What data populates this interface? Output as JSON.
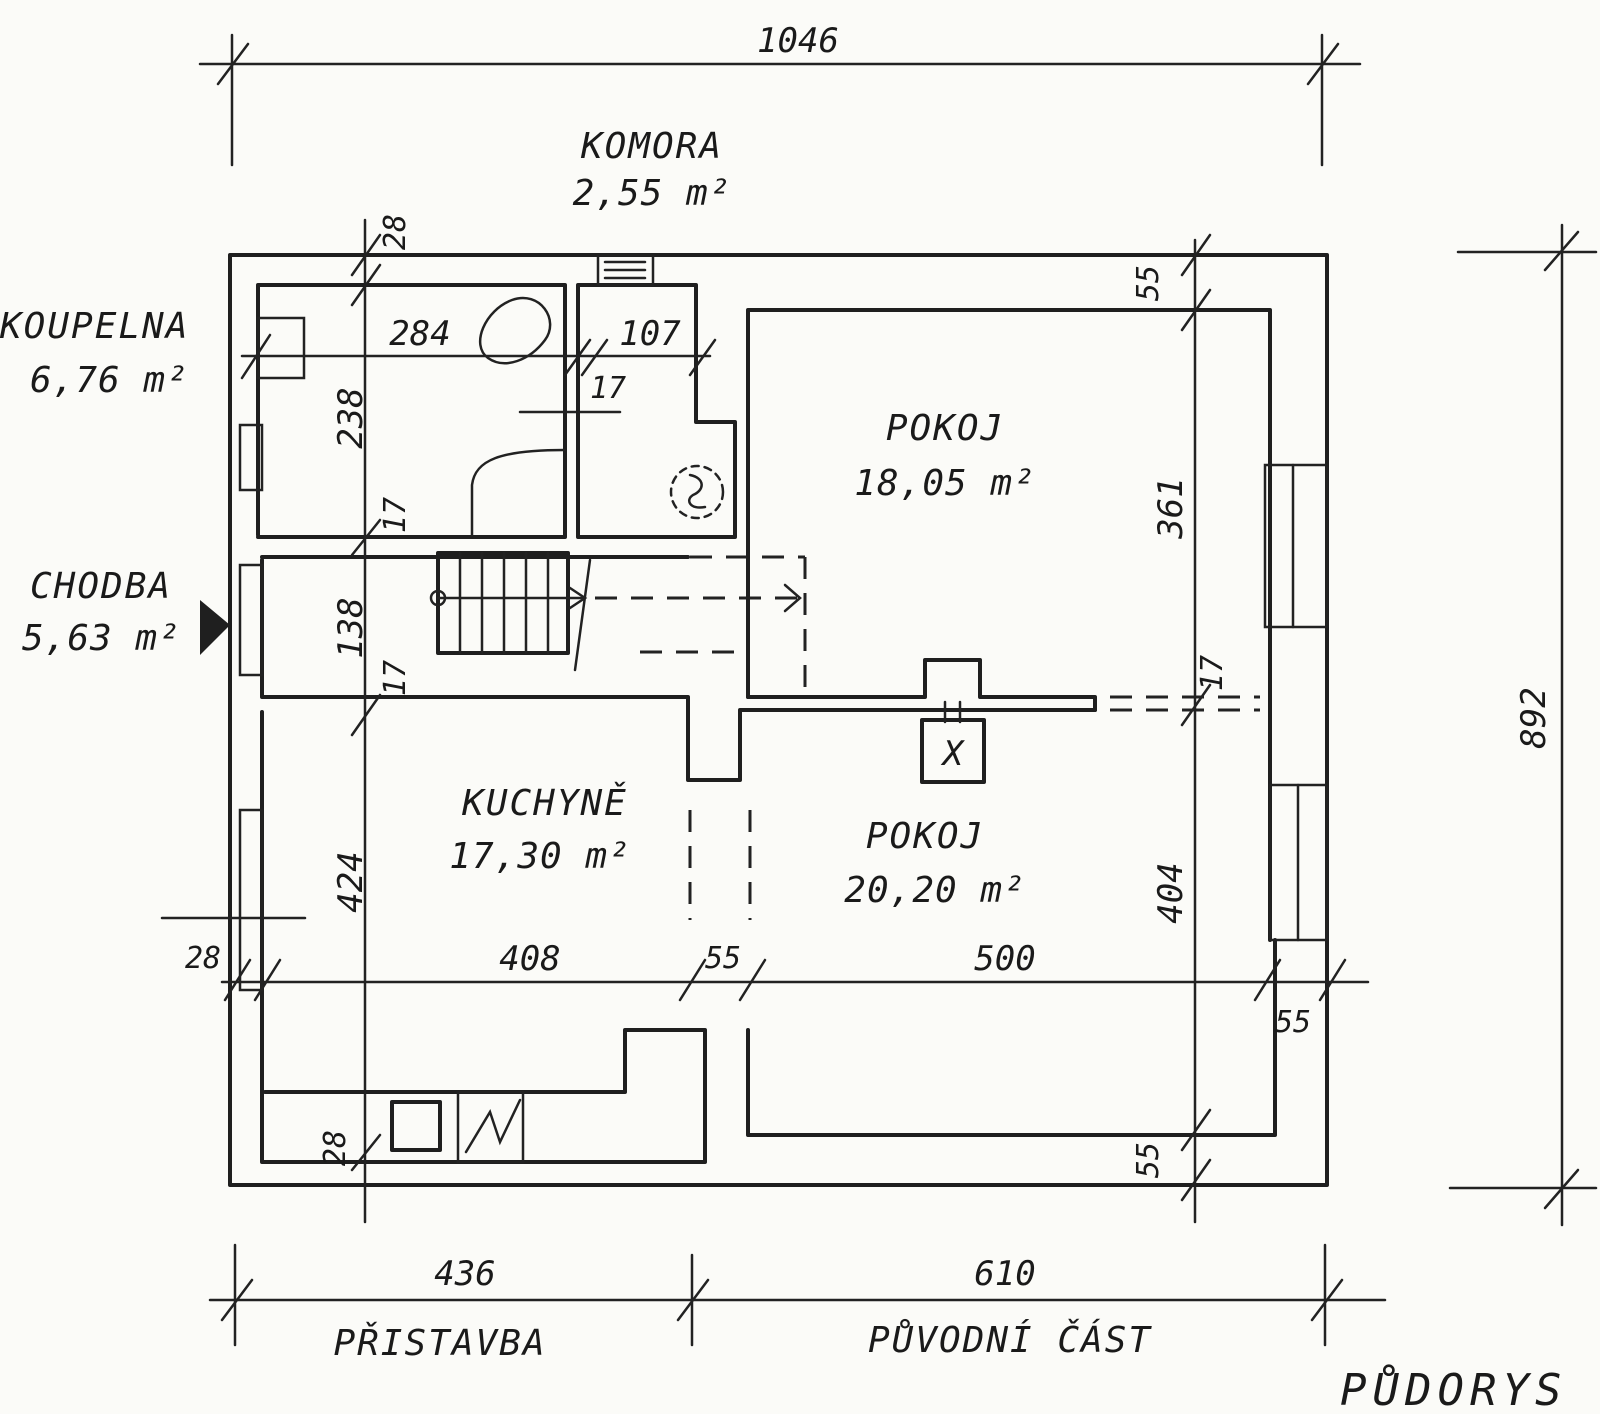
{
  "rooms": {
    "komora": {
      "name": "KOMORA",
      "area": "2,55 m²"
    },
    "koupelna": {
      "name": "KOUPELNA",
      "area": "6,76 m²"
    },
    "chodba": {
      "name": "CHODBA",
      "area": "5,63 m²"
    },
    "pokoj_upper": {
      "name": "POKOJ",
      "area": "18,05 m²"
    },
    "pokoj_lower": {
      "name": "POKOJ",
      "area": "20,20 m²"
    },
    "kuchyne": {
      "name": "KUCHYNĚ",
      "area": "17,30 m²"
    }
  },
  "dimensions": {
    "total_width": "1046",
    "total_height": "892",
    "pristavba_width": "436",
    "puvodni_width": "610",
    "koupelna_width": "284",
    "komora_width": "107",
    "koupelna_height": "238",
    "chodba_height": "138",
    "pokoj_upper_height": "361",
    "kuchyne_height": "424",
    "pokoj_lower_height": "404",
    "kuchyne_width": "408",
    "pokoj_lower_width": "500",
    "wall_55_a": "55",
    "wall_55_b": "55",
    "wall_55_c": "55",
    "wall_55_d": "55",
    "wall_28_a": "28",
    "wall_28_b": "28",
    "wall_28_c": "28",
    "wall_17_a": "17",
    "wall_17_b": "17",
    "wall_17_c": "17",
    "wall_17_d": "17"
  },
  "labels": {
    "pristavba": "PŘISTAVBA",
    "puvodni": "PŮVODNÍ ČÁST",
    "title": "PŮDORYS",
    "stove_mark": "X"
  }
}
